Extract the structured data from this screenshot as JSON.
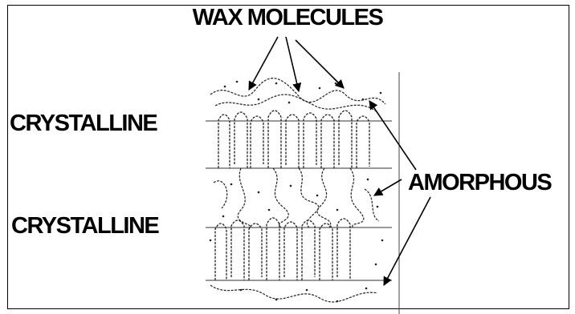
{
  "labels": {
    "title": "WAX MOLECULES",
    "crystalline_top": "CRYSTALLINE",
    "crystalline_bottom": "CRYSTALLINE",
    "amorphous": "AMORPHOUS"
  }
}
